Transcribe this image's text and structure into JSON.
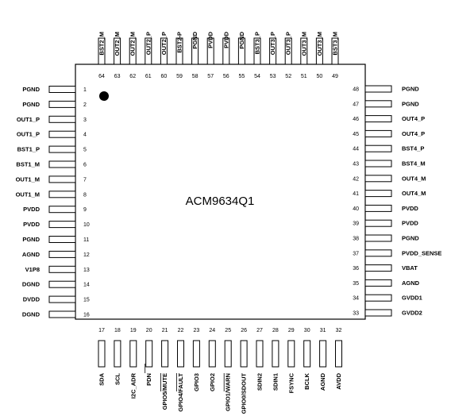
{
  "part_number": "ACM9634Q1",
  "left_pins": [
    {
      "num": "1",
      "name": "PGND"
    },
    {
      "num": "2",
      "name": "PGND"
    },
    {
      "num": "3",
      "name": "OUT1_P"
    },
    {
      "num": "4",
      "name": "OUT1_P"
    },
    {
      "num": "5",
      "name": "BST1_P"
    },
    {
      "num": "6",
      "name": "BST1_M"
    },
    {
      "num": "7",
      "name": "OUT1_M"
    },
    {
      "num": "8",
      "name": "OUT1_M"
    },
    {
      "num": "9",
      "name": "PVDD"
    },
    {
      "num": "10",
      "name": "PVDD"
    },
    {
      "num": "11",
      "name": "PGND"
    },
    {
      "num": "12",
      "name": "AGND"
    },
    {
      "num": "13",
      "name": "V1P8"
    },
    {
      "num": "14",
      "name": "DGND"
    },
    {
      "num": "15",
      "name": "DVDD"
    },
    {
      "num": "16",
      "name": "DGND"
    }
  ],
  "bottom_pins": [
    {
      "num": "17",
      "name": "SDA"
    },
    {
      "num": "18",
      "name": "SCL"
    },
    {
      "num": "19",
      "name": "I2C_ADR"
    },
    {
      "num": "20",
      "name": "PDN"
    },
    {
      "num": "21",
      "name": "GPIO5/MUTE"
    },
    {
      "num": "22",
      "name": "GPIO4/FAULT"
    },
    {
      "num": "23",
      "name": "GPIO3"
    },
    {
      "num": "24",
      "name": "GPIO2"
    },
    {
      "num": "25",
      "name": "GPIO1/WARN"
    },
    {
      "num": "26",
      "name": "GPIO0/SDOUT"
    },
    {
      "num": "27",
      "name": "SDIN2"
    },
    {
      "num": "28",
      "name": "SDIN1"
    },
    {
      "num": "29",
      "name": "FSYNC"
    },
    {
      "num": "30",
      "name": "BCLK"
    },
    {
      "num": "31",
      "name": "AGND"
    },
    {
      "num": "32",
      "name": "AVDD"
    }
  ],
  "right_pins": [
    {
      "num": "33",
      "name": "GVDD2"
    },
    {
      "num": "34",
      "name": "GVDD1"
    },
    {
      "num": "35",
      "name": "AGND"
    },
    {
      "num": "36",
      "name": "VBAT"
    },
    {
      "num": "37",
      "name": "PVDD_SENSE"
    },
    {
      "num": "38",
      "name": "PGND"
    },
    {
      "num": "39",
      "name": "PVDD"
    },
    {
      "num": "40",
      "name": "PVDD"
    },
    {
      "num": "41",
      "name": "OUT4_M"
    },
    {
      "num": "42",
      "name": "OUT4_M"
    },
    {
      "num": "43",
      "name": "BST4_M"
    },
    {
      "num": "44",
      "name": "BST4_P"
    },
    {
      "num": "45",
      "name": "OUT4_P"
    },
    {
      "num": "46",
      "name": "OUT4_P"
    },
    {
      "num": "47",
      "name": "PGND"
    },
    {
      "num": "48",
      "name": "PGND"
    }
  ],
  "top_pins": [
    {
      "num": "49",
      "name": "BST3_M"
    },
    {
      "num": "50",
      "name": "OUT3_M"
    },
    {
      "num": "51",
      "name": "OUT3_M"
    },
    {
      "num": "52",
      "name": "OUT3_P"
    },
    {
      "num": "53",
      "name": "OUT3_P"
    },
    {
      "num": "54",
      "name": "BST3_P"
    },
    {
      "num": "55",
      "name": "PGND"
    },
    {
      "num": "56",
      "name": "PVDD"
    },
    {
      "num": "57",
      "name": "PVDD"
    },
    {
      "num": "58",
      "name": "PGND"
    },
    {
      "num": "59",
      "name": "BST2-P"
    },
    {
      "num": "60",
      "name": "OUT2_P"
    },
    {
      "num": "61",
      "name": "OUT2_P"
    },
    {
      "num": "62",
      "name": "OUT2_M"
    },
    {
      "num": "63",
      "name": "OUT2_M"
    },
    {
      "num": "64",
      "name": "BST2_M"
    }
  ]
}
